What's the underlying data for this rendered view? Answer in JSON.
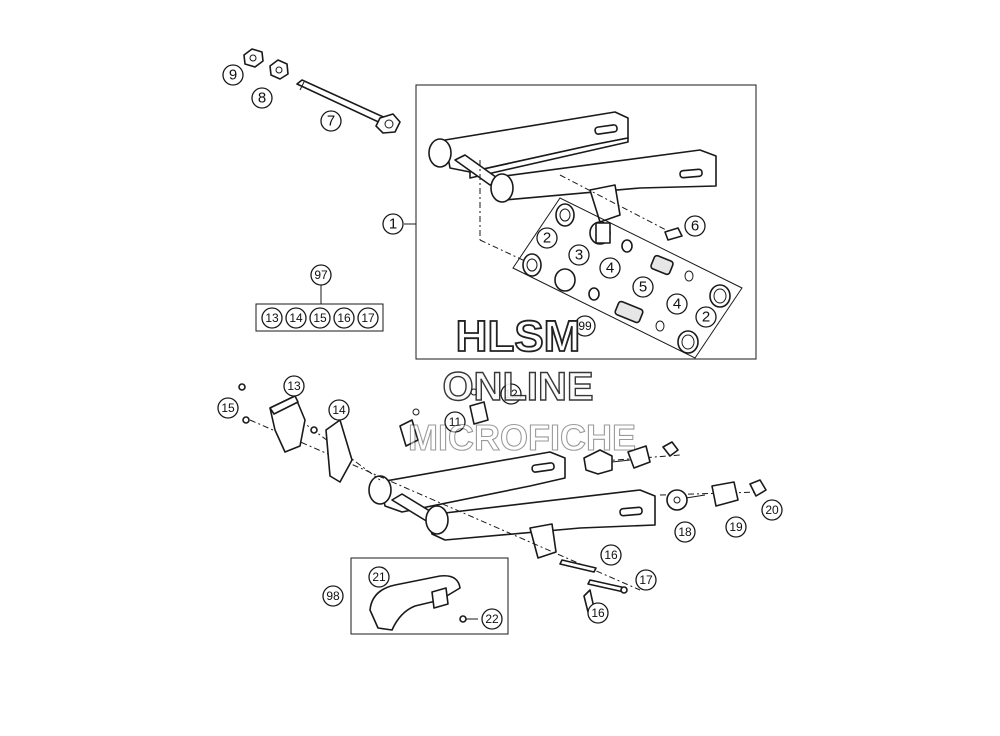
{
  "watermark": {
    "line1": "HLSM",
    "line2": "ONLINE",
    "line3": "MICROFICHE"
  },
  "callouts": {
    "c1": "1",
    "c2a": "2",
    "c2b": "2",
    "c3": "3",
    "c4a": "4",
    "c4b": "4",
    "c5": "5",
    "c6": "6",
    "c7": "7",
    "c8": "8",
    "c9": "9",
    "c99": "99",
    "c97": "97",
    "kit97": [
      "13",
      "14",
      "15",
      "16",
      "17"
    ],
    "c11": "11",
    "c12": "12",
    "c13": "13",
    "c14": "14",
    "c15": "15",
    "c16a": "16",
    "c16b": "16",
    "c17": "17",
    "c18": "18",
    "c19": "19",
    "c20": "20",
    "c21": "21",
    "c22": "22",
    "c98": "98"
  }
}
